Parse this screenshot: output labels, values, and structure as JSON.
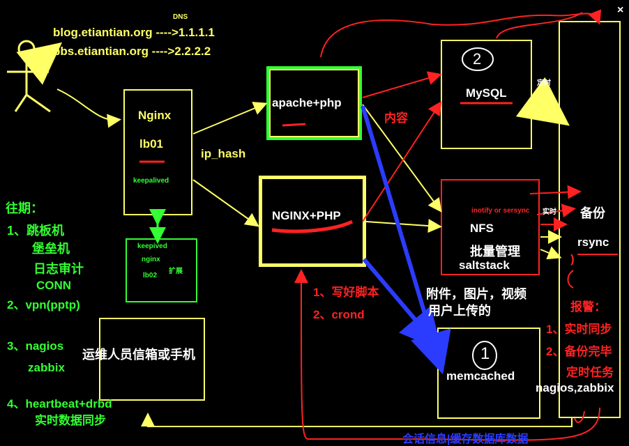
{
  "window": {
    "close_glyph": "×"
  },
  "dns": {
    "label": "DNS",
    "line1": "blog.etiantian.org ---->1.1.1.1",
    "line2": "bbs.etiantian.org ---->2.2.2.2"
  },
  "lb01": {
    "name": "Nginx",
    "host": "lb01",
    "ha": "keepalived"
  },
  "lb02": {
    "ha": "keepived",
    "name": "nginx",
    "host": "lb02",
    "note": "扩展"
  },
  "ip_hash": "ip_hash",
  "apache": {
    "name": "apache+php"
  },
  "nginx_php": {
    "name": "NGINX+PHP"
  },
  "content_label": "内容",
  "mysql": {
    "name": "MySQL",
    "circle_num": "2",
    "timed": "定时"
  },
  "nfs": {
    "sync_tool": "inotify or sersync",
    "name": "NFS",
    "batch": "批量管理",
    "tool": "saltstack",
    "realtime": "实时"
  },
  "attachments": {
    "line1": "附件，图片，视频",
    "line2": "用户上传的"
  },
  "memcached": {
    "name": "memcached",
    "circle_num": "1"
  },
  "session_label": "会话信息|缓存数据库数据",
  "script_notes": {
    "line1": "1、写好脚本",
    "line2": "2、crond"
  },
  "ops_box": {
    "label": "运维人员信箱或手机"
  },
  "backup": {
    "title": "备份",
    "name": "rsync",
    "paren": ")",
    "alarm": "报警：",
    "item1": "1、实时同步",
    "item2": "2、备份完毕",
    "item3": "定时任务",
    "monitor": "nagios,zabbix"
  },
  "history": {
    "title": "往期：",
    "items": [
      "1、跳板机",
      "堡垒机",
      "日志审计",
      "CONN",
      "2、vpn(pptp)",
      "3、nagios",
      "zabbix",
      "4、heartbeat+drbd",
      "实时数据同步"
    ]
  }
}
